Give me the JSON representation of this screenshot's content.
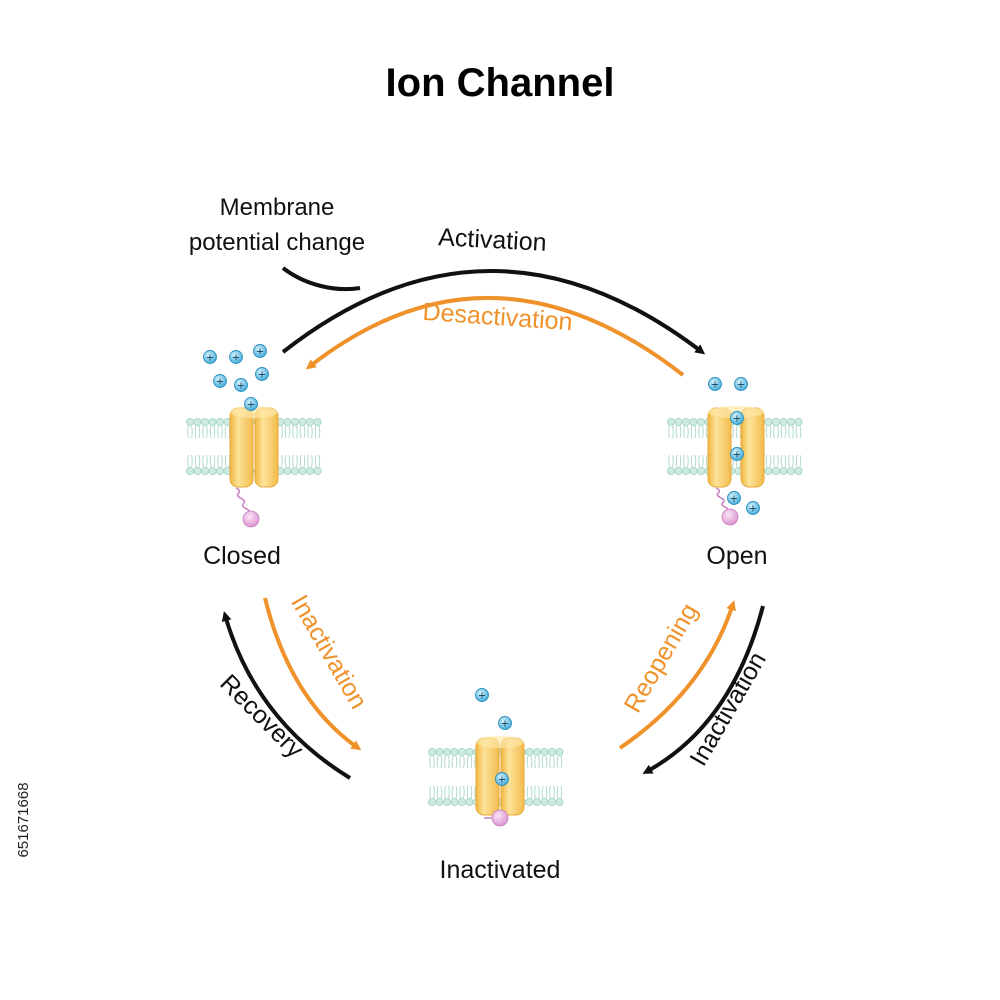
{
  "title": "Ion Channel",
  "colors": {
    "black_arrow": "#111111",
    "orange_arrow": "#f0922b",
    "membrane": "#bfe3d4",
    "channel": "#f6c75c",
    "ion": "#3fb1e0",
    "gate_ball": "#e6a8dc"
  },
  "states": {
    "closed": "Closed",
    "open": "Open",
    "inactivated": "Inactivated"
  },
  "stimulus": {
    "line1": "Membrane",
    "line2": "potential change"
  },
  "transitions": {
    "activation": "Activation",
    "deactivation": "Desactivation",
    "inactivation_left": "Inactivation",
    "recovery": "Recovery",
    "reopening": "Reopening",
    "inactivation_right": "Inactivation"
  },
  "ion_symbol": "+",
  "watermark_id": "651671668"
}
